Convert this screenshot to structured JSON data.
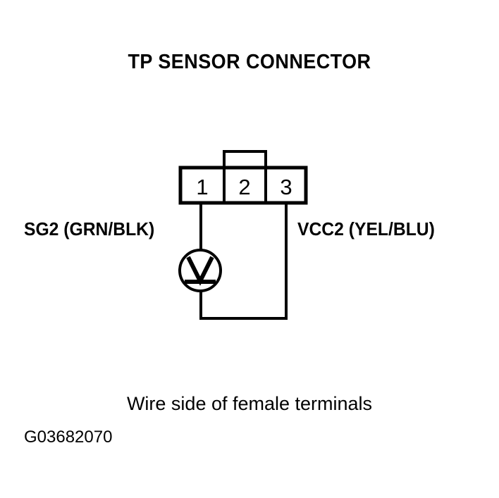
{
  "title": "TP SENSOR CONNECTOR",
  "caption": "Wire side of female terminals",
  "figure_id": "G03682070",
  "colors": {
    "background": "#ffffff",
    "ink": "#000000"
  },
  "connector": {
    "pins": [
      {
        "number": "1",
        "signal": "SG2",
        "wire_color": "GRN/BLK"
      },
      {
        "number": "2",
        "signal": "",
        "wire_color": ""
      },
      {
        "number": "3",
        "signal": "VCC2",
        "wire_color": "YEL/BLU"
      }
    ]
  },
  "labels": {
    "left": "SG2 (GRN/BLK)",
    "right": "VCC2 (YEL/BLU)"
  },
  "meter": {
    "symbol": "V",
    "type": "voltmeter"
  }
}
